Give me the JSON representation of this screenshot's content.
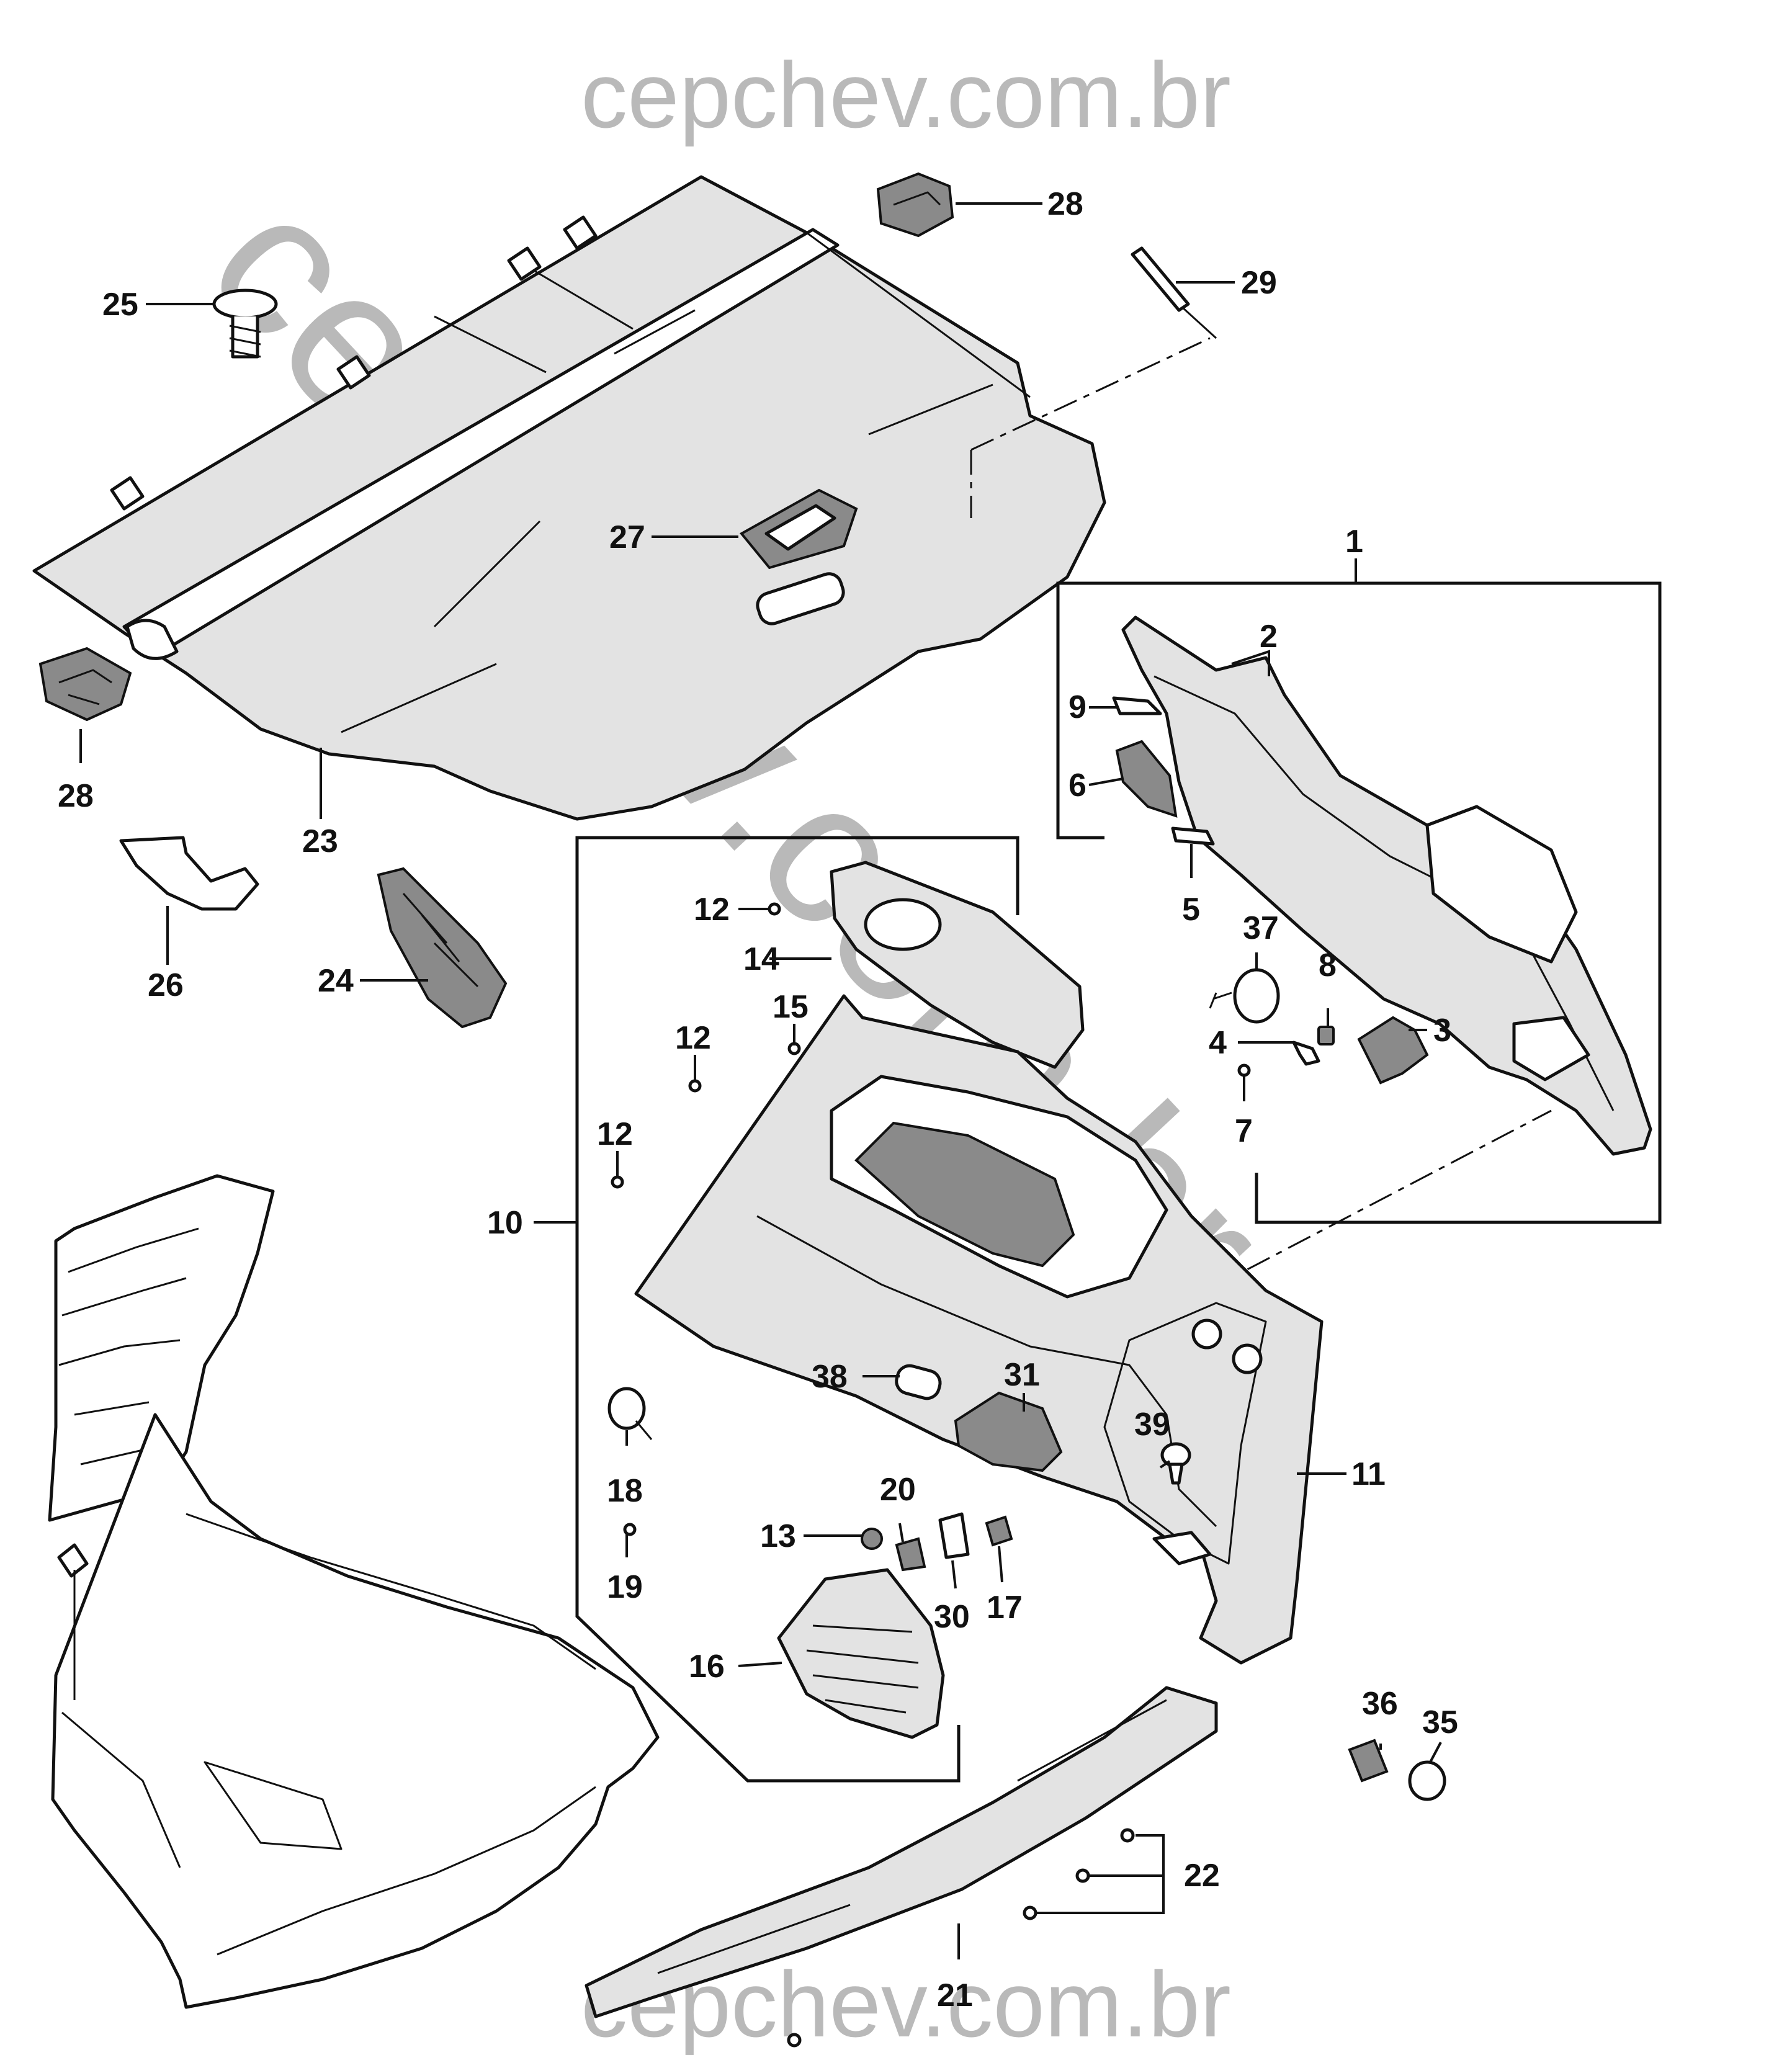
{
  "watermark": {
    "top": "cepchev.com.br",
    "bottom": "cepchev.com.br",
    "diagonal": "cepchev.com.br"
  },
  "callouts": {
    "c1": "1",
    "c2": "2",
    "c3": "3",
    "c4": "4",
    "c5": "5",
    "c6": "6",
    "c7": "7",
    "c8": "8",
    "c9": "9",
    "c10": "10",
    "c11": "11",
    "c12a": "12",
    "c12b": "12",
    "c12c": "12",
    "c13": "13",
    "c14": "14",
    "c15": "15",
    "c16": "16",
    "c17": "17",
    "c18": "18",
    "c19": "19",
    "c20": "20",
    "c21": "21",
    "c22": "22",
    "c23": "23",
    "c24": "24",
    "c25": "25",
    "c26": "26",
    "c27": "27",
    "c28a": "28",
    "c28b": "28",
    "c29": "29",
    "c30": "30",
    "c31": "31",
    "c35": "35",
    "c36": "36",
    "c37": "37",
    "c38": "38",
    "c39": "39"
  },
  "colors": {
    "line": "#111111",
    "watermark": "#b9b9b9",
    "background": "#ffffff"
  }
}
